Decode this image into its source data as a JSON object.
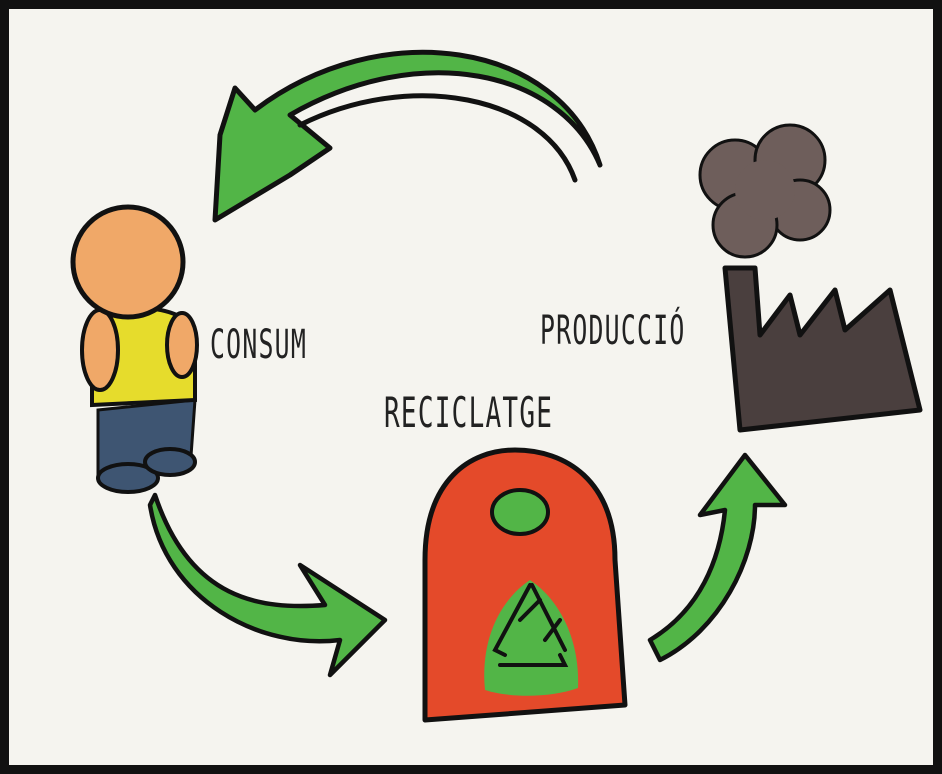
{
  "labels": {
    "consumption": "CONSUM",
    "production": "PRODUCCIÓ",
    "recycling": "RECICLATGE"
  },
  "colors": {
    "arrow_green": "#52b547",
    "person_head": "#f0a868",
    "person_shirt": "#e6dc2c",
    "person_pants": "#3e5572",
    "factory": "#4a3f3e",
    "smoke": "#6e5e5b",
    "bin_red": "#e44a2a",
    "outline": "#111111",
    "background": "#f5f4ef"
  },
  "icons": [
    "person-icon",
    "factory-icon",
    "smoke-icon",
    "recycling-bin-icon",
    "recycle-symbol-icon"
  ]
}
